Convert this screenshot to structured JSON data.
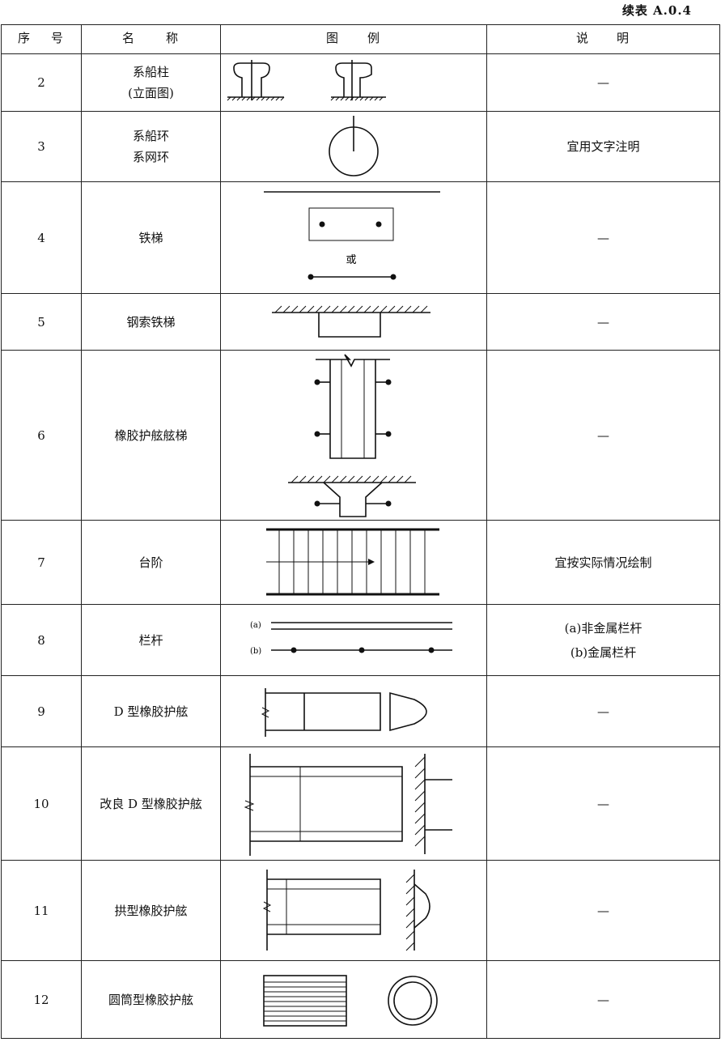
{
  "caption": "续表 A.0.4",
  "header": {
    "no_left": "序",
    "no_right": "号",
    "name_left": "名",
    "name_right": "称",
    "fig_left": "图",
    "fig_right": "例",
    "desc_left": "说",
    "desc_right": "明"
  },
  "rows": [
    {
      "no": "2",
      "name": [
        "系船柱",
        "(立面图)"
      ],
      "desc": [
        "—"
      ],
      "icon": "mooring-post-icon"
    },
    {
      "no": "3",
      "name": [
        "系船环",
        "系网环"
      ],
      "desc": [
        "宜用文字注明"
      ],
      "icon": "mooring-ring-icon"
    },
    {
      "no": "4",
      "name": [
        "铁梯"
      ],
      "desc": [
        "—"
      ],
      "icon": "iron-ladder-icon",
      "fig_text": "或"
    },
    {
      "no": "5",
      "name": [
        "钢索铁梯"
      ],
      "desc": [
        "—"
      ],
      "icon": "cable-ladder-icon"
    },
    {
      "no": "6",
      "name": [
        "橡胶护舷舷梯"
      ],
      "desc": [
        "—"
      ],
      "icon": "fender-ladder-icon"
    },
    {
      "no": "7",
      "name": [
        "台阶"
      ],
      "desc": [
        "宜按实际情况绘制"
      ],
      "icon": "steps-icon"
    },
    {
      "no": "8",
      "name": [
        "栏杆"
      ],
      "desc": [
        "(a)非金属栏杆",
        "(b)金属栏杆"
      ],
      "icon": "railing-icon",
      "fig_a": "(a)",
      "fig_b": "(b)"
    },
    {
      "no": "9",
      "name": [
        "D 型橡胶护舷"
      ],
      "desc": [
        "—"
      ],
      "icon": "d-fender-icon"
    },
    {
      "no": "10",
      "name": [
        "改良 D 型橡胶护舷"
      ],
      "desc": [
        "—"
      ],
      "icon": "improved-d-fender-icon"
    },
    {
      "no": "11",
      "name": [
        "拱型橡胶护舷"
      ],
      "desc": [
        "—"
      ],
      "icon": "arch-fender-icon"
    },
    {
      "no": "12",
      "name": [
        "圆筒型橡胶护舷"
      ],
      "desc": [
        "—"
      ],
      "icon": "cylinder-fender-icon"
    }
  ]
}
